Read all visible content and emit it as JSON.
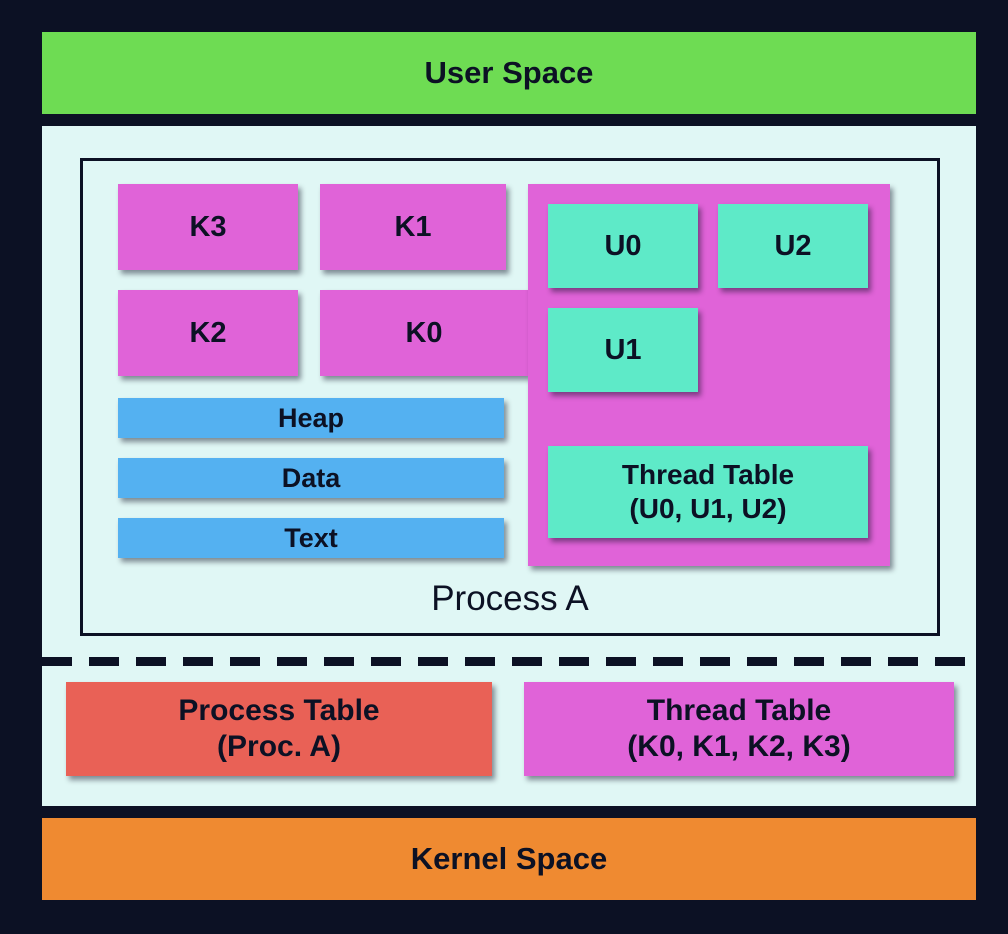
{
  "banners": {
    "user_space": "User Space",
    "kernel_space": "Kernel Space"
  },
  "process_a": {
    "label": "Process A",
    "kernel_threads": {
      "k3": "K3",
      "k1": "K1",
      "k2": "K2",
      "k0": "K0"
    },
    "user_threads": {
      "u0": "U0",
      "u2": "U2",
      "u1": "U1"
    },
    "memory_segments": {
      "heap": "Heap",
      "data": "Data",
      "text": "Text"
    },
    "user_thread_table": {
      "line1": "Thread Table",
      "line2": "(U0, U1, U2)"
    }
  },
  "kernel_tables": {
    "process_table": {
      "line1": "Process Table",
      "line2": "(Proc. A)"
    },
    "kernel_thread_table": {
      "line1": "Thread Table",
      "line2": "(K0, K1, K2, K3)"
    }
  },
  "colors": {
    "background": "#0c1124",
    "panel": "#e0f7f5",
    "green": "#6edc53",
    "orange": "#ef8a31",
    "magenta": "#e063d8",
    "teal": "#5eeac8",
    "blue": "#54b1f1",
    "red": "#e96156",
    "text": "#0c1124"
  }
}
